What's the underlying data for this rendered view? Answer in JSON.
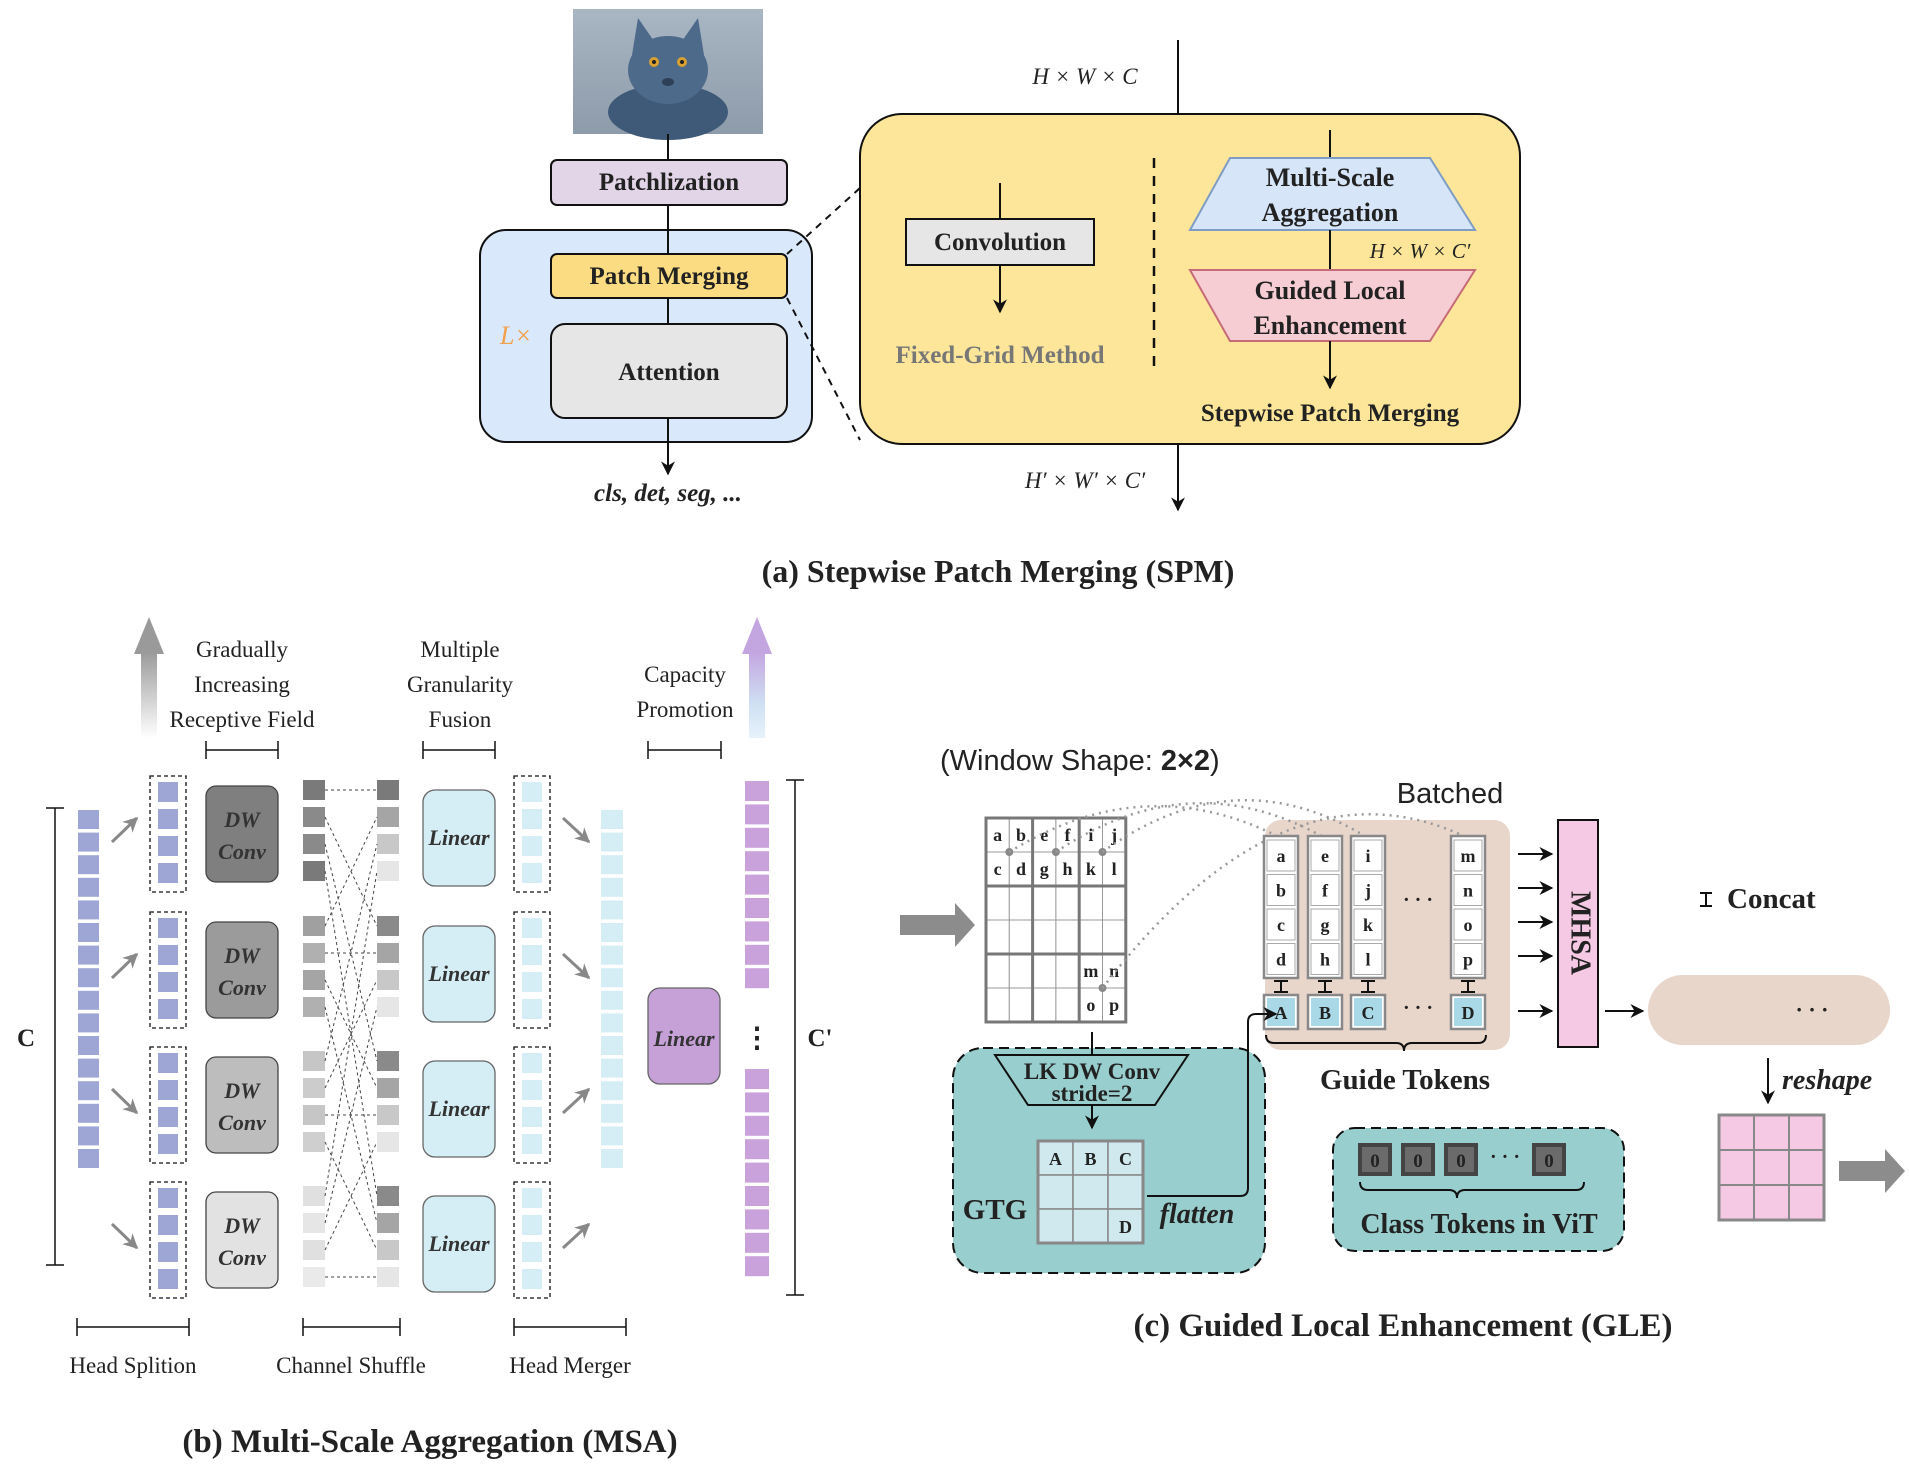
{
  "panel_a": {
    "caption": "(a) Stepwise Patch Merging (SPM)",
    "patchlization": "Patchlization",
    "patch_merging": "Patch Merging",
    "attention": "Attention",
    "loop": "L×",
    "outputs": "cls, det, seg, ...",
    "convolution": "Convolution",
    "fixed_grid": "Fixed-Grid Method",
    "msa_l1": "Multi-Scale",
    "msa_l2": "Aggregation",
    "gle_l1": "Guided Local",
    "gle_l2": "Enhancement",
    "spm": "Stepwise Patch Merging",
    "dim_in": "H × W × C",
    "dim_mid": "H × W × C′",
    "dim_out": "H′ × W′ × C′"
  },
  "panel_b": {
    "caption": "(b) Multi-Scale Aggregation (MSA)",
    "top_receptive": [
      "Gradually",
      "Increasing",
      "Receptive Field"
    ],
    "top_fusion": [
      "Multiple",
      "Granularity",
      "Fusion"
    ],
    "top_capacity": [
      "Capacity",
      "Promotion"
    ],
    "dw": "DW",
    "conv": "Conv",
    "linear": "Linear",
    "label_c": "C",
    "label_c_prime": "C'",
    "ellipsis": "⋮",
    "head_splition": "Head Splition",
    "channel_shuffle": "Channel Shuffle",
    "head_merger": "Head Merger"
  },
  "panel_c": {
    "caption": "(c) Guided Local Enhancement (GLE)",
    "window_shape_prefix": "(Window Shape: ",
    "window_shape_value": "2×2",
    "window_shape_suffix": ")",
    "batched": "Batched",
    "grid_letters": [
      [
        "a",
        "b",
        "e",
        "f",
        "i",
        "j"
      ],
      [
        "c",
        "d",
        "g",
        "h",
        "k",
        "l"
      ]
    ],
    "grid_corner": [
      [
        "m",
        "n"
      ],
      [
        "o",
        "p"
      ]
    ],
    "columns": [
      [
        "a",
        "b",
        "c",
        "d"
      ],
      [
        "e",
        "f",
        "g",
        "h"
      ],
      [
        "i",
        "j",
        "k",
        "l"
      ],
      [
        "m",
        "n",
        "o",
        "p"
      ]
    ],
    "guide_tokens_row": [
      "A",
      "B",
      "C",
      "D"
    ],
    "dots": "· · ·",
    "mhsa": "MHSA",
    "concat": "Concat",
    "reshape": "reshape",
    "guide_tokens": "Guide Tokens",
    "lk_l1": "LK DW Conv",
    "lk_l2": "stride=2",
    "gtg": "GTG",
    "gtg_letters": [
      "A",
      "B",
      "C",
      "D"
    ],
    "flatten": "flatten",
    "class_token_values": [
      "0",
      "0",
      "0",
      "0"
    ],
    "class_tokens": "Class Tokens in ViT"
  },
  "colors": {
    "blue_panel": "#dae8fc",
    "yellow_panel": "#fde699",
    "purple_box": "#e1d5e7",
    "yellow_box": "#fbdc82",
    "msa_blue": "#d6e6f8",
    "gle_red": "#f6cdd3",
    "teal": "#98cecd",
    "batched_bg": "#e8d6cb",
    "mhsa_pink": "#f5c9e3",
    "head_blue": "#9ea6d6",
    "light_cyan": "#d5eef5",
    "purple_linear": "#c6a1d8",
    "output_purple": "#c9a2dc"
  }
}
